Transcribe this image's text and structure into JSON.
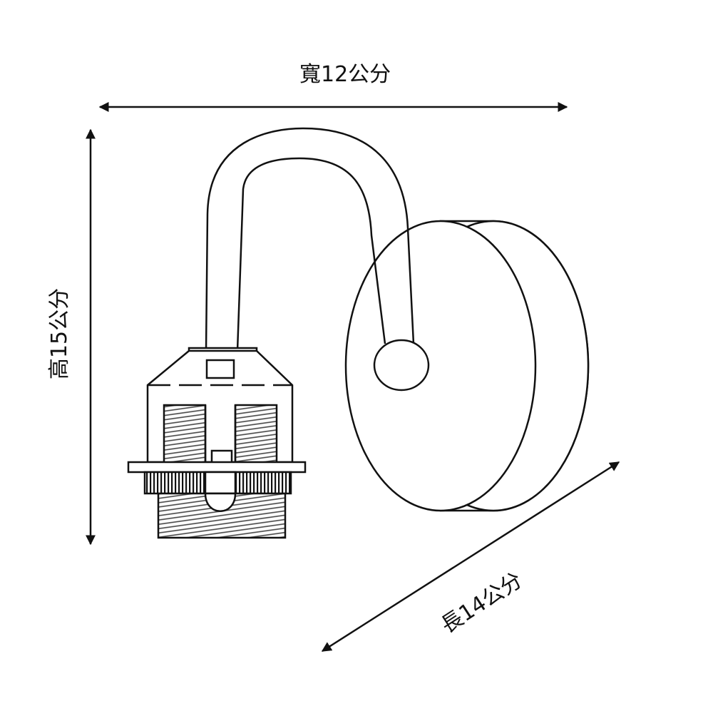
{
  "dimensions": {
    "width": "寬12公分",
    "height": "高15公分",
    "length": "長14公分"
  },
  "colors": {
    "line": "#111111",
    "background": "#ffffff",
    "thread": "#444444"
  }
}
